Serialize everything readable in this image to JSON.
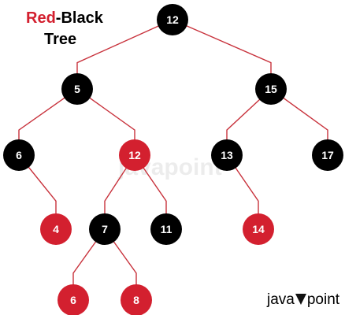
{
  "title": {
    "red_part": "Red",
    "black_part": "-Black",
    "line2": "Tree"
  },
  "watermark": {
    "left": "java",
    "right": "point"
  },
  "brand": {
    "left": "java",
    "right": "point"
  },
  "colors": {
    "red": "#d3202f",
    "black": "#000000",
    "edge": "#c8323c",
    "label": "#ffffff"
  },
  "tree": {
    "nodes": [
      {
        "id": "n12root",
        "key": "12",
        "color": "black"
      },
      {
        "id": "n5",
        "key": "5",
        "color": "black"
      },
      {
        "id": "n15",
        "key": "15",
        "color": "black"
      },
      {
        "id": "n6",
        "key": "6",
        "color": "black"
      },
      {
        "id": "n12",
        "key": "12",
        "color": "red"
      },
      {
        "id": "n13",
        "key": "13",
        "color": "black"
      },
      {
        "id": "n17",
        "key": "17",
        "color": "black"
      },
      {
        "id": "n4",
        "key": "4",
        "color": "red"
      },
      {
        "id": "n7",
        "key": "7",
        "color": "black"
      },
      {
        "id": "n11",
        "key": "11",
        "color": "black"
      },
      {
        "id": "n14",
        "key": "14",
        "color": "red"
      },
      {
        "id": "n6b",
        "key": "6",
        "color": "red"
      },
      {
        "id": "n8",
        "key": "8",
        "color": "red"
      }
    ],
    "edges": [
      [
        "n12root",
        "n5"
      ],
      [
        "n12root",
        "n15"
      ],
      [
        "n5",
        "n6"
      ],
      [
        "n5",
        "n12"
      ],
      [
        "n15",
        "n13"
      ],
      [
        "n15",
        "n17"
      ],
      [
        "n6",
        "n4"
      ],
      [
        "n12",
        "n7"
      ],
      [
        "n12",
        "n11"
      ],
      [
        "n13",
        "n14"
      ],
      [
        "n7",
        "n6b"
      ],
      [
        "n7",
        "n8"
      ]
    ]
  }
}
